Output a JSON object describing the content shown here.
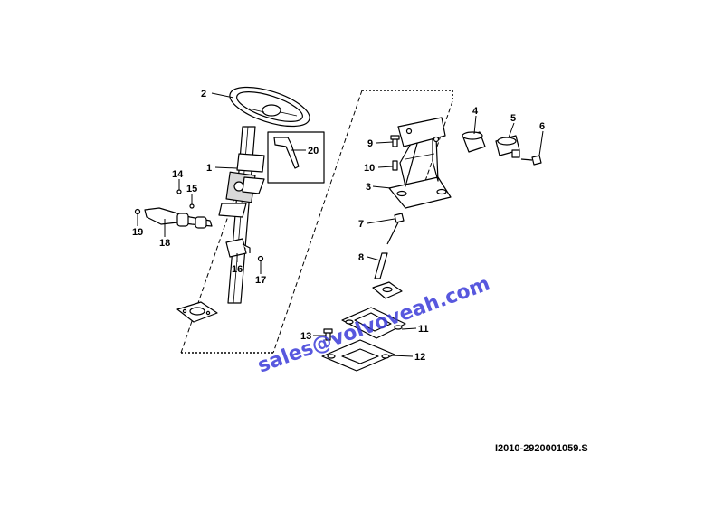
{
  "callouts": {
    "c1": "1",
    "c2": "2",
    "c3": "3",
    "c4": "4",
    "c5": "5",
    "c6": "6",
    "c7": "7",
    "c8": "8",
    "c9": "9",
    "c10": "10",
    "c11": "11",
    "c12": "12",
    "c13": "13",
    "c14": "14",
    "c15": "15",
    "c16": "16",
    "c17": "17",
    "c18": "18",
    "c19": "19",
    "c20": "20"
  },
  "watermark": "sales@volvoveah.com",
  "drawing_code": "I2010-2920001059.S"
}
